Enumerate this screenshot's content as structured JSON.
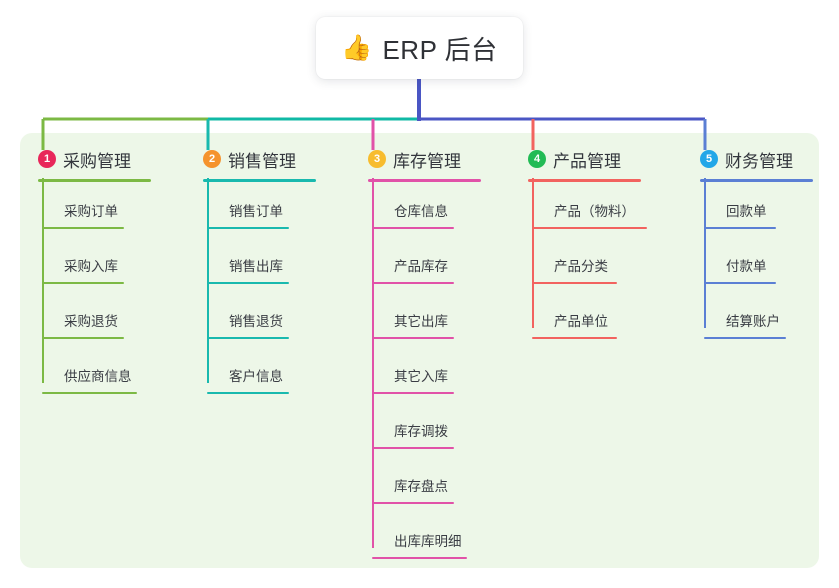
{
  "root": {
    "icon": "thumbs-up-icon",
    "icon_glyph": "👍",
    "title": "ERP 后台"
  },
  "palette": {
    "panel_bg": "#edf7e8",
    "card_bg": "#ffffff",
    "stem": "#4a56c4",
    "bus_left": "#7cb944",
    "bus_mid": "#10b9a5",
    "bus_right": "#4a56c4",
    "col1": "#7cb944",
    "col2": "#19b9ae",
    "col3": "#e152a8",
    "col4": "#f2635f",
    "col5": "#5b7fd4",
    "badge1": "#e8275a",
    "badge2": "#f5932d",
    "badge3": "#f7bc2e",
    "badge4": "#22bb55",
    "badge5": "#22a7e8",
    "text": "#33363d"
  },
  "columns": [
    {
      "index": "1",
      "title": "采购管理",
      "badge_color": "#e8275a",
      "line_color": "#7cb944",
      "rule_width": 113,
      "items": [
        {
          "label": "采购订单",
          "rule_width": 82
        },
        {
          "label": "采购入库",
          "rule_width": 82
        },
        {
          "label": "采购退货",
          "rule_width": 82
        },
        {
          "label": "供应商信息",
          "rule_width": 95
        }
      ]
    },
    {
      "index": "2",
      "title": "销售管理",
      "badge_color": "#f5932d",
      "line_color": "#19b9ae",
      "rule_width": 113,
      "items": [
        {
          "label": "销售订单",
          "rule_width": 82
        },
        {
          "label": "销售出库",
          "rule_width": 82
        },
        {
          "label": "销售退货",
          "rule_width": 82
        },
        {
          "label": "客户信息",
          "rule_width": 82
        }
      ]
    },
    {
      "index": "3",
      "title": "库存管理",
      "badge_color": "#f7bc2e",
      "line_color": "#e152a8",
      "rule_width": 113,
      "items": [
        {
          "label": "仓库信息",
          "rule_width": 82
        },
        {
          "label": "产品库存",
          "rule_width": 82
        },
        {
          "label": "其它出库",
          "rule_width": 82
        },
        {
          "label": "其它入库",
          "rule_width": 82
        },
        {
          "label": "库存调拨",
          "rule_width": 82
        },
        {
          "label": "库存盘点",
          "rule_width": 82
        },
        {
          "label": "出库库明细",
          "rule_width": 95
        }
      ]
    },
    {
      "index": "4",
      "title": "产品管理",
      "badge_color": "#22bb55",
      "line_color": "#f2635f",
      "rule_width": 113,
      "items": [
        {
          "label": "产品（物料）",
          "rule_width": 115
        },
        {
          "label": "产品分类",
          "rule_width": 85
        },
        {
          "label": "产品单位",
          "rule_width": 85
        }
      ]
    },
    {
      "index": "5",
      "title": "财务管理",
      "badge_color": "#22a7e8",
      "line_color": "#5b7fd4",
      "rule_width": 113,
      "items": [
        {
          "label": "回款单",
          "rule_width": 72
        },
        {
          "label": "付款单",
          "rule_width": 72
        },
        {
          "label": "结算账户",
          "rule_width": 82
        }
      ]
    }
  ]
}
